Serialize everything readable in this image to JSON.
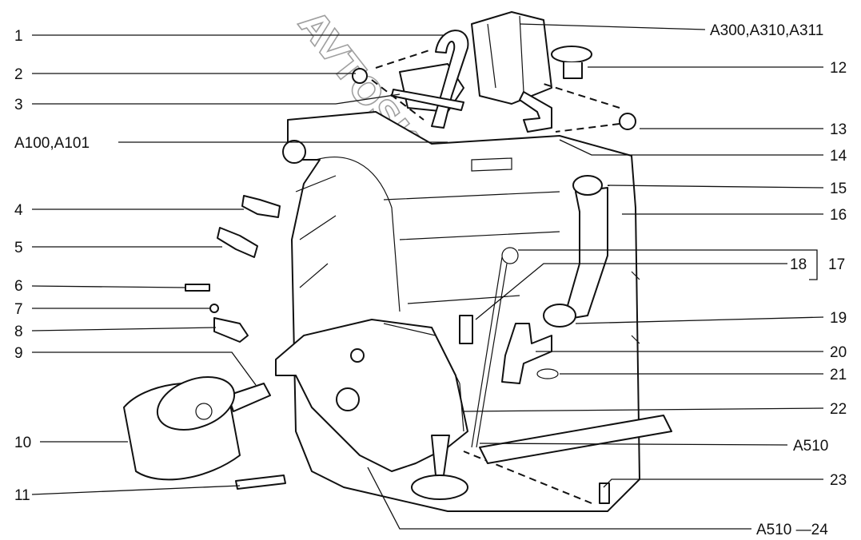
{
  "diagram": {
    "watermark": "AVTOSKAZKA.ONLINE",
    "left_labels": [
      {
        "id": "1",
        "text": "1"
      },
      {
        "id": "2",
        "text": "2"
      },
      {
        "id": "3",
        "text": "3"
      },
      {
        "id": "a100",
        "text": "A100,A101"
      },
      {
        "id": "4",
        "text": "4"
      },
      {
        "id": "5",
        "text": "5"
      },
      {
        "id": "6",
        "text": "6"
      },
      {
        "id": "7",
        "text": "7"
      },
      {
        "id": "8",
        "text": "8"
      },
      {
        "id": "9",
        "text": "9"
      },
      {
        "id": "10",
        "text": "10"
      },
      {
        "id": "11",
        "text": "11"
      }
    ],
    "right_labels": [
      {
        "id": "a300",
        "text": "A300,A310,A311"
      },
      {
        "id": "12",
        "text": "12"
      },
      {
        "id": "13",
        "text": "13"
      },
      {
        "id": "14",
        "text": "14"
      },
      {
        "id": "15",
        "text": "15"
      },
      {
        "id": "16",
        "text": "16"
      },
      {
        "id": "18",
        "text": "18"
      },
      {
        "id": "17",
        "text": "17"
      },
      {
        "id": "19",
        "text": "19"
      },
      {
        "id": "20",
        "text": "20"
      },
      {
        "id": "21",
        "text": "21"
      },
      {
        "id": "22",
        "text": "22"
      },
      {
        "id": "a510a",
        "text": "A510"
      },
      {
        "id": "23",
        "text": "23"
      },
      {
        "id": "a510b",
        "text": "A510 —24"
      }
    ]
  }
}
